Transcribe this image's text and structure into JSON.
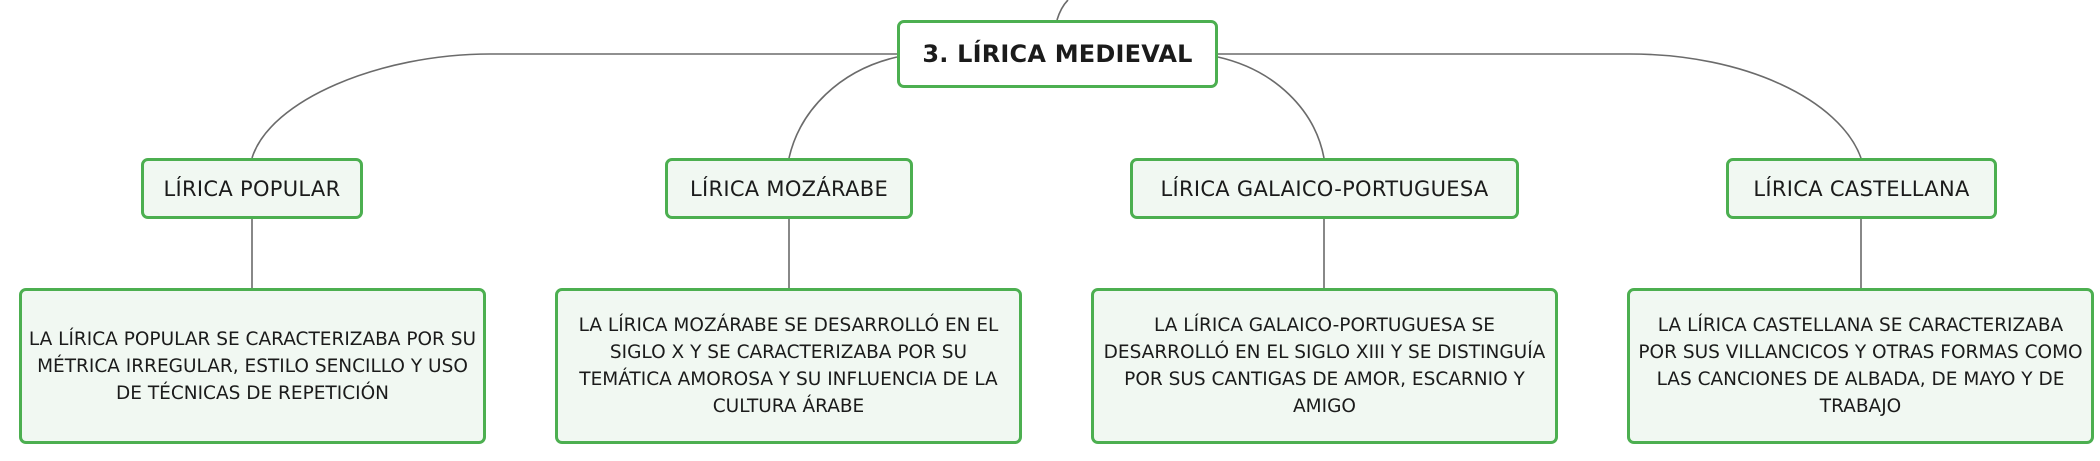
{
  "root": {
    "title": "3. LÍRICA MEDIEVAL"
  },
  "branches": [
    {
      "label": "LÍRICA POPULAR",
      "description": "LA LÍRICA POPULAR SE CARACTERIZABA POR SU MÉTRICA IRREGULAR, ESTILO SENCILLO Y USO DE TÉCNICAS DE REPETICIÓN"
    },
    {
      "label": "LÍRICA MOZÁRABE",
      "description": "LA LÍRICA MOZÁRABE SE DESARROLLÓ EN EL SIGLO X Y SE CARACTERIZABA POR SU TEMÁTICA AMOROSA Y SU INFLUENCIA DE LA CULTURA ÁRABE"
    },
    {
      "label": "LÍRICA GALAICO-PORTUGUESA",
      "description": "LA LÍRICA GALAICO-PORTUGUESA SE DESARROLLÓ EN EL SIGLO XIII Y SE DISTINGUÍA POR SUS CANTIGAS DE AMOR, ESCARNIO Y AMIGO"
    },
    {
      "label": "LÍRICA CASTELLANA",
      "description": "LA LÍRICA CASTELLANA SE CARACTERIZABA POR SUS VILLANCICOS Y OTRAS FORMAS COMO LAS CANCIONES DE ALBADA, DE MAYO Y DE TRABAJO"
    }
  ],
  "colors": {
    "node_border": "#4caf50",
    "node_fill": "#f1f8f2",
    "connector": "#6b6b6b"
  }
}
